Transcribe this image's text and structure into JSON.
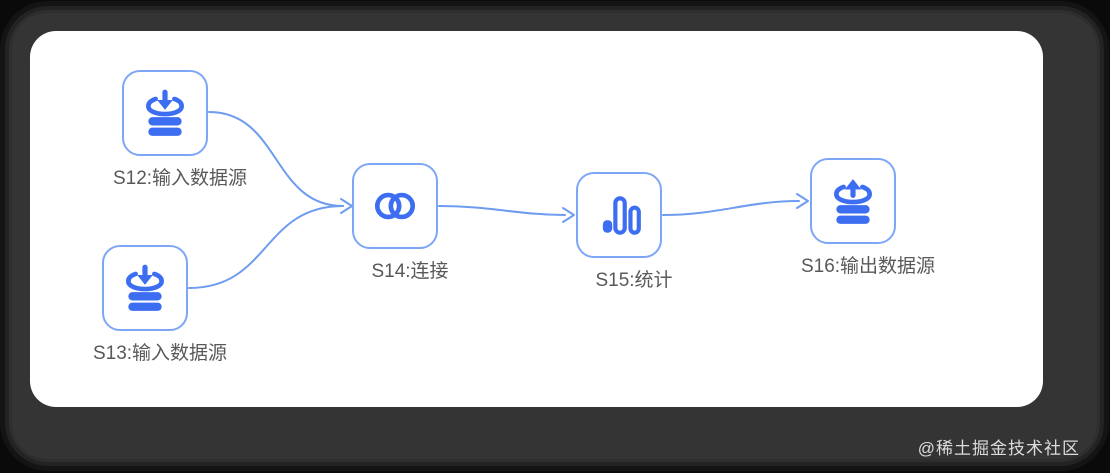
{
  "diagram": {
    "title": "data-pipeline-flow",
    "nodes": [
      {
        "id": "s12",
        "label": "S12:输入数据源",
        "icon": "database-input-icon",
        "type": "input-datasource"
      },
      {
        "id": "s13",
        "label": "S13:输入数据源",
        "icon": "database-input-icon",
        "type": "input-datasource"
      },
      {
        "id": "s14",
        "label": "S14:连接",
        "icon": "join-icon",
        "type": "join"
      },
      {
        "id": "s15",
        "label": "S15:统计",
        "icon": "bar-chart-icon",
        "type": "statistics"
      },
      {
        "id": "s16",
        "label": "S16:输出数据源",
        "icon": "database-output-icon",
        "type": "output-datasource"
      }
    ],
    "edges": [
      {
        "from": "s12",
        "to": "s14"
      },
      {
        "from": "s13",
        "to": "s14"
      },
      {
        "from": "s14",
        "to": "s15"
      },
      {
        "from": "s15",
        "to": "s16"
      }
    ]
  },
  "watermark": {
    "text": "@稀土掘金技术社区"
  },
  "colors": {
    "outer_black": "#0a0a0a",
    "frame_dark": "#343434",
    "panel_white": "#ffffff",
    "node_border": "#7ea6f6",
    "icon_blue": "#3d6ef2",
    "edge_blue": "#6e9cf0",
    "label_gray": "#595959",
    "watermark_gray": "#dcdcdc"
  }
}
